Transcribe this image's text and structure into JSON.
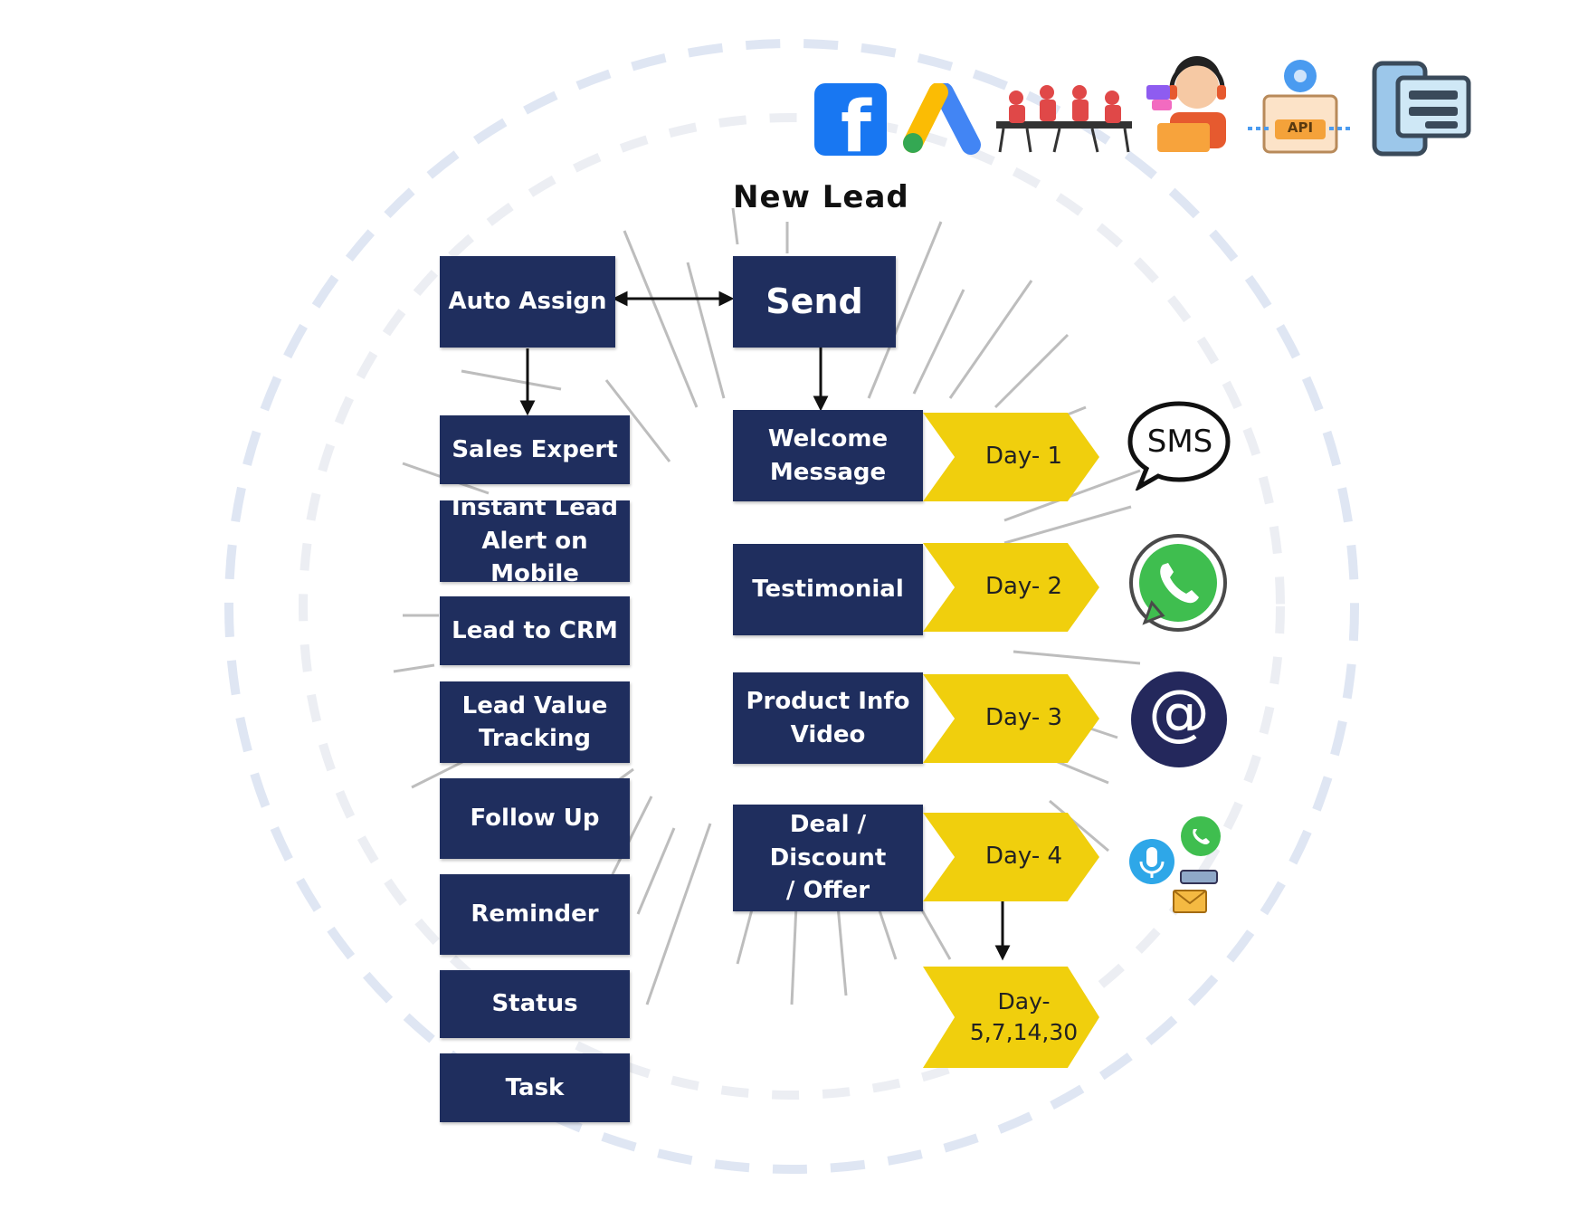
{
  "title": "New Lead",
  "send": "Send",
  "auto_assign": "Auto Assign",
  "left_column": [
    "Sales Expert",
    "Instant Lead\nAlert on Mobile",
    "Lead to CRM",
    "Lead Value\nTracking",
    "Follow Up",
    "Reminder",
    "Status",
    "Task"
  ],
  "messages": [
    "Welcome\nMessage",
    "Testimonial",
    "Product Info\nVideo",
    "Deal / Discount\n/ Offer"
  ],
  "days": [
    "Day- 1",
    "Day- 2",
    "Day- 3",
    "Day- 4",
    "Day-\n5,7,14,30"
  ],
  "channels": {
    "sms_label": "SMS",
    "email_symbol": "@",
    "api_label": "API",
    "facebook_letter": "f"
  },
  "colors": {
    "box": "#1f2e5e",
    "arrow_shape": "#f0cf0d",
    "ring": "#dfe6f3",
    "whatsapp": "#3fbe4f"
  }
}
